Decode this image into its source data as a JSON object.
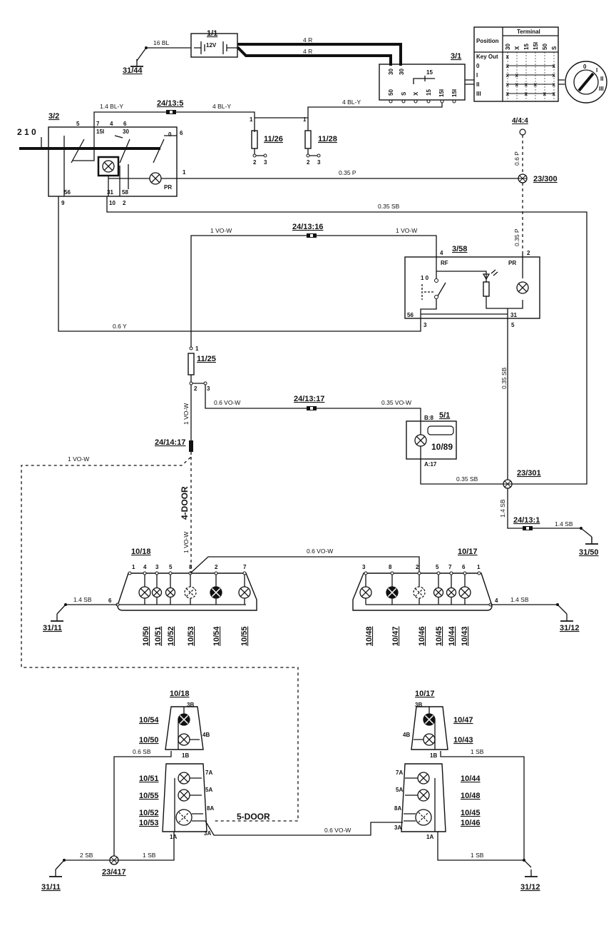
{
  "components": {
    "battery": "1/1",
    "battery_voltage": "12V",
    "ground_31_44": "31/44",
    "ignition_switch": "3/1",
    "light_switch": "3/2",
    "light_switch_positions": "2  1  0",
    "fuse_11_26": "11/26",
    "fuse_11_28": "11/28",
    "conn_24_13_5": "24/13:5",
    "conn_4_4_4": "4/4:4",
    "splice_23_300": "23/300",
    "conn_24_13_16": "24/13:16",
    "switch_3_58": "3/58",
    "fuse_11_25": "11/25",
    "conn_24_13_17": "24/13:17",
    "conn_24_14_17": "24/14:17",
    "instrument_5_1": "5/1",
    "lamp_10_89": "10/89",
    "splice_23_301": "23/301",
    "conn_24_13_1": "24/13:1",
    "ground_31_50": "31/50",
    "rear_left_4door": "10/18",
    "rear_right_4door": "10/17",
    "ground_31_11_a": "31/11",
    "ground_31_12_a": "31/12",
    "rear_left_5door": "10/18",
    "rear_right_5door": "10/17",
    "splice_23_417": "23/417",
    "ground_31_11_b": "31/11",
    "ground_31_12_b": "31/12",
    "four_door": "4-DOOR",
    "five_door": "5-DOOR"
  },
  "wires": {
    "w16bl": "16 BL",
    "w4r_a": "4 R",
    "w4r_b": "4 R",
    "w14bly": "1.4 BL-Y",
    "w4bly_a": "4 BL-Y",
    "w4bly_b": "4 BL-Y",
    "w035p": "0.35 P",
    "w06p": "0.6 P",
    "w035sb_top": "0.35 SB",
    "w1vow_a": "1 VO-W",
    "w1vow_b": "1 VO-W",
    "w035p_v": "0.35 P",
    "w06y": "0.6 Y",
    "w035sb_v": "0.35 SB",
    "w06vow": "0.6 VO-W",
    "w035vow": "0.35 VO-W",
    "w1vow_v": "1 VO-W",
    "w1vow_dash": "1 VO-W",
    "w035sb_b": "0.35 SB",
    "w14sb_v": "1.4 SB",
    "w14sb_r": "1.4 SB",
    "w1vow_v2": "1 VO-W",
    "w06vow_mid": "0.6 VO-W",
    "w14sb_l4": "1.4 SB",
    "w14sb_r4": "1.4 SB",
    "w06sb": "0.6 SB",
    "w2sb": "2 SB",
    "w1sb_a": "1 SB",
    "w06vow_bot": "0.6 VO-W",
    "w1sb_b": "1 SB",
    "w1sb_c": "1 SB"
  },
  "ignition": {
    "top_pins": [
      "30",
      "30",
      "15"
    ],
    "bottom_pins": [
      "50",
      "S",
      "X",
      "15",
      "15I",
      "15I"
    ]
  },
  "ignition_table": {
    "terminal_header": "Terminal",
    "position_header": "Position",
    "columns": [
      "30",
      "X",
      "15",
      "15I",
      "50",
      "S"
    ],
    "rows": [
      {
        "position": "Key Out",
        "cells": [
          "x",
          "",
          "",
          "",
          "",
          ""
        ]
      },
      {
        "position": "0",
        "cells": [
          "x",
          "",
          "",
          "",
          "",
          "x"
        ]
      },
      {
        "position": "I",
        "cells": [
          "x",
          "x",
          "",
          "",
          "",
          "x"
        ]
      },
      {
        "position": "II",
        "cells": [
          "x",
          "x",
          "x",
          "x",
          "",
          "x"
        ]
      },
      {
        "position": "III",
        "cells": [
          "x",
          "",
          "x",
          "",
          "x",
          "x"
        ]
      }
    ],
    "key_positions": [
      "0",
      "I",
      "II",
      "III"
    ]
  },
  "light_switch_pins": {
    "p5": "5",
    "p7": "7",
    "p4": "4",
    "p6": "6",
    "p15i": "15I",
    "p30": "30",
    "p0": "0",
    "p8": "6",
    "p1": "1",
    "pr": "PR",
    "p56": "56",
    "p31": "31",
    "p58": "58",
    "p9": "9",
    "p10": "10",
    "p2": "2"
  },
  "fuse_pins": {
    "a1": "1",
    "a2": "2",
    "a3": "3",
    "b1": "1",
    "b2": "2",
    "b3": "3",
    "c1": "1",
    "c2": "2",
    "c3": "3"
  },
  "switch_3_58_pins": {
    "p4": "4",
    "rf": "RF",
    "p2": "2",
    "pr": "PR",
    "pos": "1 0",
    "p56": "56",
    "p31": "31",
    "p3": "3",
    "p5": "5"
  },
  "instrument_pins": {
    "b8": "B:8",
    "a17": "A:17"
  },
  "rear4_left": {
    "pins": [
      "1",
      "4",
      "3",
      "5",
      "8",
      "2",
      "7"
    ],
    "ground_pin": "6",
    "lamps": [
      "10/50",
      "10/51",
      "10/52",
      "10/53",
      "10/54",
      "10/55"
    ]
  },
  "rear4_right": {
    "pins": [
      "3",
      "8",
      "2",
      "5",
      "7",
      "6",
      "1"
    ],
    "ground_pin": "4",
    "lamps": [
      "10/48",
      "10/47",
      "10/46",
      "10/45",
      "10/44",
      "10/43"
    ]
  },
  "rear5_left": {
    "top_lamps": [
      "10/54",
      "10/50"
    ],
    "bottom_lamps": [
      "10/51",
      "10/55",
      "10/52",
      "10/53"
    ],
    "pins": {
      "p3b": "3B",
      "p4b": "4B",
      "p1b": "1B",
      "p7a": "7A",
      "p5a": "5A",
      "p8a": "8A",
      "p3a": "3A",
      "p1a": "1A"
    }
  },
  "rear5_right": {
    "top_lamps": [
      "10/47",
      "10/43"
    ],
    "bottom_lamps": [
      "10/44",
      "10/48",
      "10/45",
      "10/46"
    ],
    "pins": {
      "p3b": "3B",
      "p4b": "4B",
      "p1b": "1B",
      "p7a": "7A",
      "p5a": "5A",
      "p8a": "8A",
      "p3a": "3A",
      "p1a": "1A"
    }
  }
}
